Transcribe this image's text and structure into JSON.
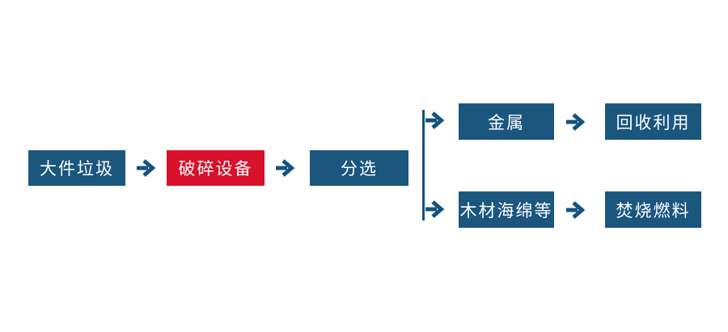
{
  "colors": {
    "background": "#ffffff",
    "node_blue": "#1a567e",
    "node_red": "#d8122b",
    "arrow_blue": "#14537e",
    "text_white": "#ffffff"
  },
  "icons": {
    "flow_arrow_glyph": "→"
  },
  "flowchart": {
    "nodes": {
      "bulky_waste": "大件垃圾",
      "crushing_equipment": "破碎设备",
      "sorting": "分选",
      "metal": "金属",
      "recycling": "回收利用",
      "wood_sponge": "木材海绵等",
      "incineration_fuel": "焚烧燃料"
    }
  }
}
